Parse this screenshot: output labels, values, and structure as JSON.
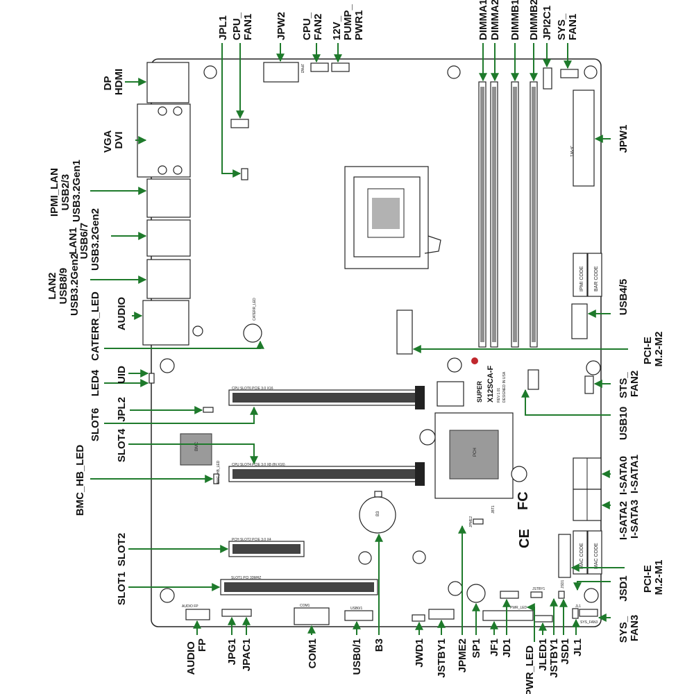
{
  "board": {
    "model": "X12SCA-F",
    "rev": "REV:1.01",
    "designed": "DESIGNED IN USA",
    "brand": "SUPER",
    "bmc": "BMC",
    "pch": "PCH",
    "battery": "B3",
    "ipmi_code": "IPMI CODE",
    "bar_code": "BAR CODE",
    "mac_code_1": "MAC CODE",
    "mac_code_2": "MAC CODE",
    "fc": "FC",
    "ce": "CE"
  },
  "callouts": {
    "dp_hdmi": [
      "DP",
      "HDMI"
    ],
    "vga_dvi": [
      "VGA",
      "DVI"
    ],
    "ipmi_lan": [
      "IPMI_LAN",
      "USB2/3",
      "USB3.2Gen1"
    ],
    "lan1": [
      "LAN1",
      "USB6/7",
      "USB3.2Gen2"
    ],
    "lan2": [
      "LAN2",
      "USB8/9",
      "USB3.2Gen2"
    ],
    "audio": "AUDIO",
    "caterr": "CATERR_LED",
    "uid": "UID",
    "led4": "LED4",
    "jpl2": "JPL2",
    "slot6": "SLOT6",
    "slot4": "SLOT4",
    "bmc_hb": "BMC_HB_LED",
    "slot2": "SLOT2",
    "slot1": "SLOT1",
    "jpl1": "JPL1",
    "cpu_fan1": [
      "CPU_",
      "FAN1"
    ],
    "jpw2": "JPW2",
    "cpu_fan2": [
      "CPU_",
      "FAN2"
    ],
    "pump": [
      "12V_",
      "PUMP_",
      "PWR1"
    ],
    "dimma1": "DIMMA1",
    "dimma2": "DIMMA2",
    "dimmb1": "DIMMB1",
    "dimmb2": "DIMMB2",
    "jpi2c1": "JPI2C1",
    "sys_fan1": [
      "SYS_",
      "FAN1"
    ],
    "jpw1": "JPW1",
    "usb45": "USB4/5",
    "pcie_m2_m2": [
      "PCI-E",
      "M.2-M2"
    ],
    "sts_fan2": [
      "STS_",
      "FAN2"
    ],
    "usb10": "USB10",
    "isata01": [
      "I-SATA0",
      "I-SATA1"
    ],
    "isata23": [
      "I-SATA2",
      "I-SATA3"
    ],
    "pcie_m2_m1": [
      "PCI-E",
      "M.2-M1"
    ],
    "jsd1_right": "JSD1",
    "sys_fan3": [
      "SYS_",
      "FAN3"
    ],
    "audio_fp": [
      "AUDIO",
      "FP"
    ],
    "jpg1": "JPG1",
    "jpac1": "JPAC1",
    "com1": "COM1",
    "usb01": "USB0/1",
    "b3": "B3",
    "jwd1": "JWD1",
    "jstby1_a": "JSTBY1",
    "jpme2": "JPME2",
    "sp1": "SP1",
    "jf1": "JF1",
    "jd1": "JD1",
    "pwr_led": "PWR_LED",
    "jled1": "JLED1",
    "jstby1_b": "JSTBY1",
    "jsd1_bottom": "JSD1",
    "jl1": "JL1"
  },
  "silk": {
    "cpu_slot6": "CPU SLOT6 PCIE 3.0 X16",
    "cpu_slot4": "CPU SLOT4 PCIE 3.0 X8 (IN X16)",
    "pch_slot2": "PCH SLOT2 PCIE 3.0 X4",
    "slot1_pci": "SLOT1 PCI 33MHZ",
    "bmc_hb_led": "BMC_HB_LED",
    "caterr_led": "CATERR_LED",
    "audio_fp": "AUDIO FP",
    "com1": "COM1",
    "usb01": "USB0/1",
    "jpw2": "JPW2",
    "jpw1": "JPW1",
    "pwr_led": "PWR_LED",
    "jstby1": "JSTBY1",
    "jsd1": "JSD1",
    "jl1": "JL1",
    "sys_fan3": "SYS_FAN3",
    "jpme2": "JPME2",
    "jbt1": "JBT1"
  },
  "colors": {
    "arrow": "#1e7a2b",
    "outline": "#222222",
    "chip": "#9a9a9a",
    "accent": "#c0272d"
  }
}
